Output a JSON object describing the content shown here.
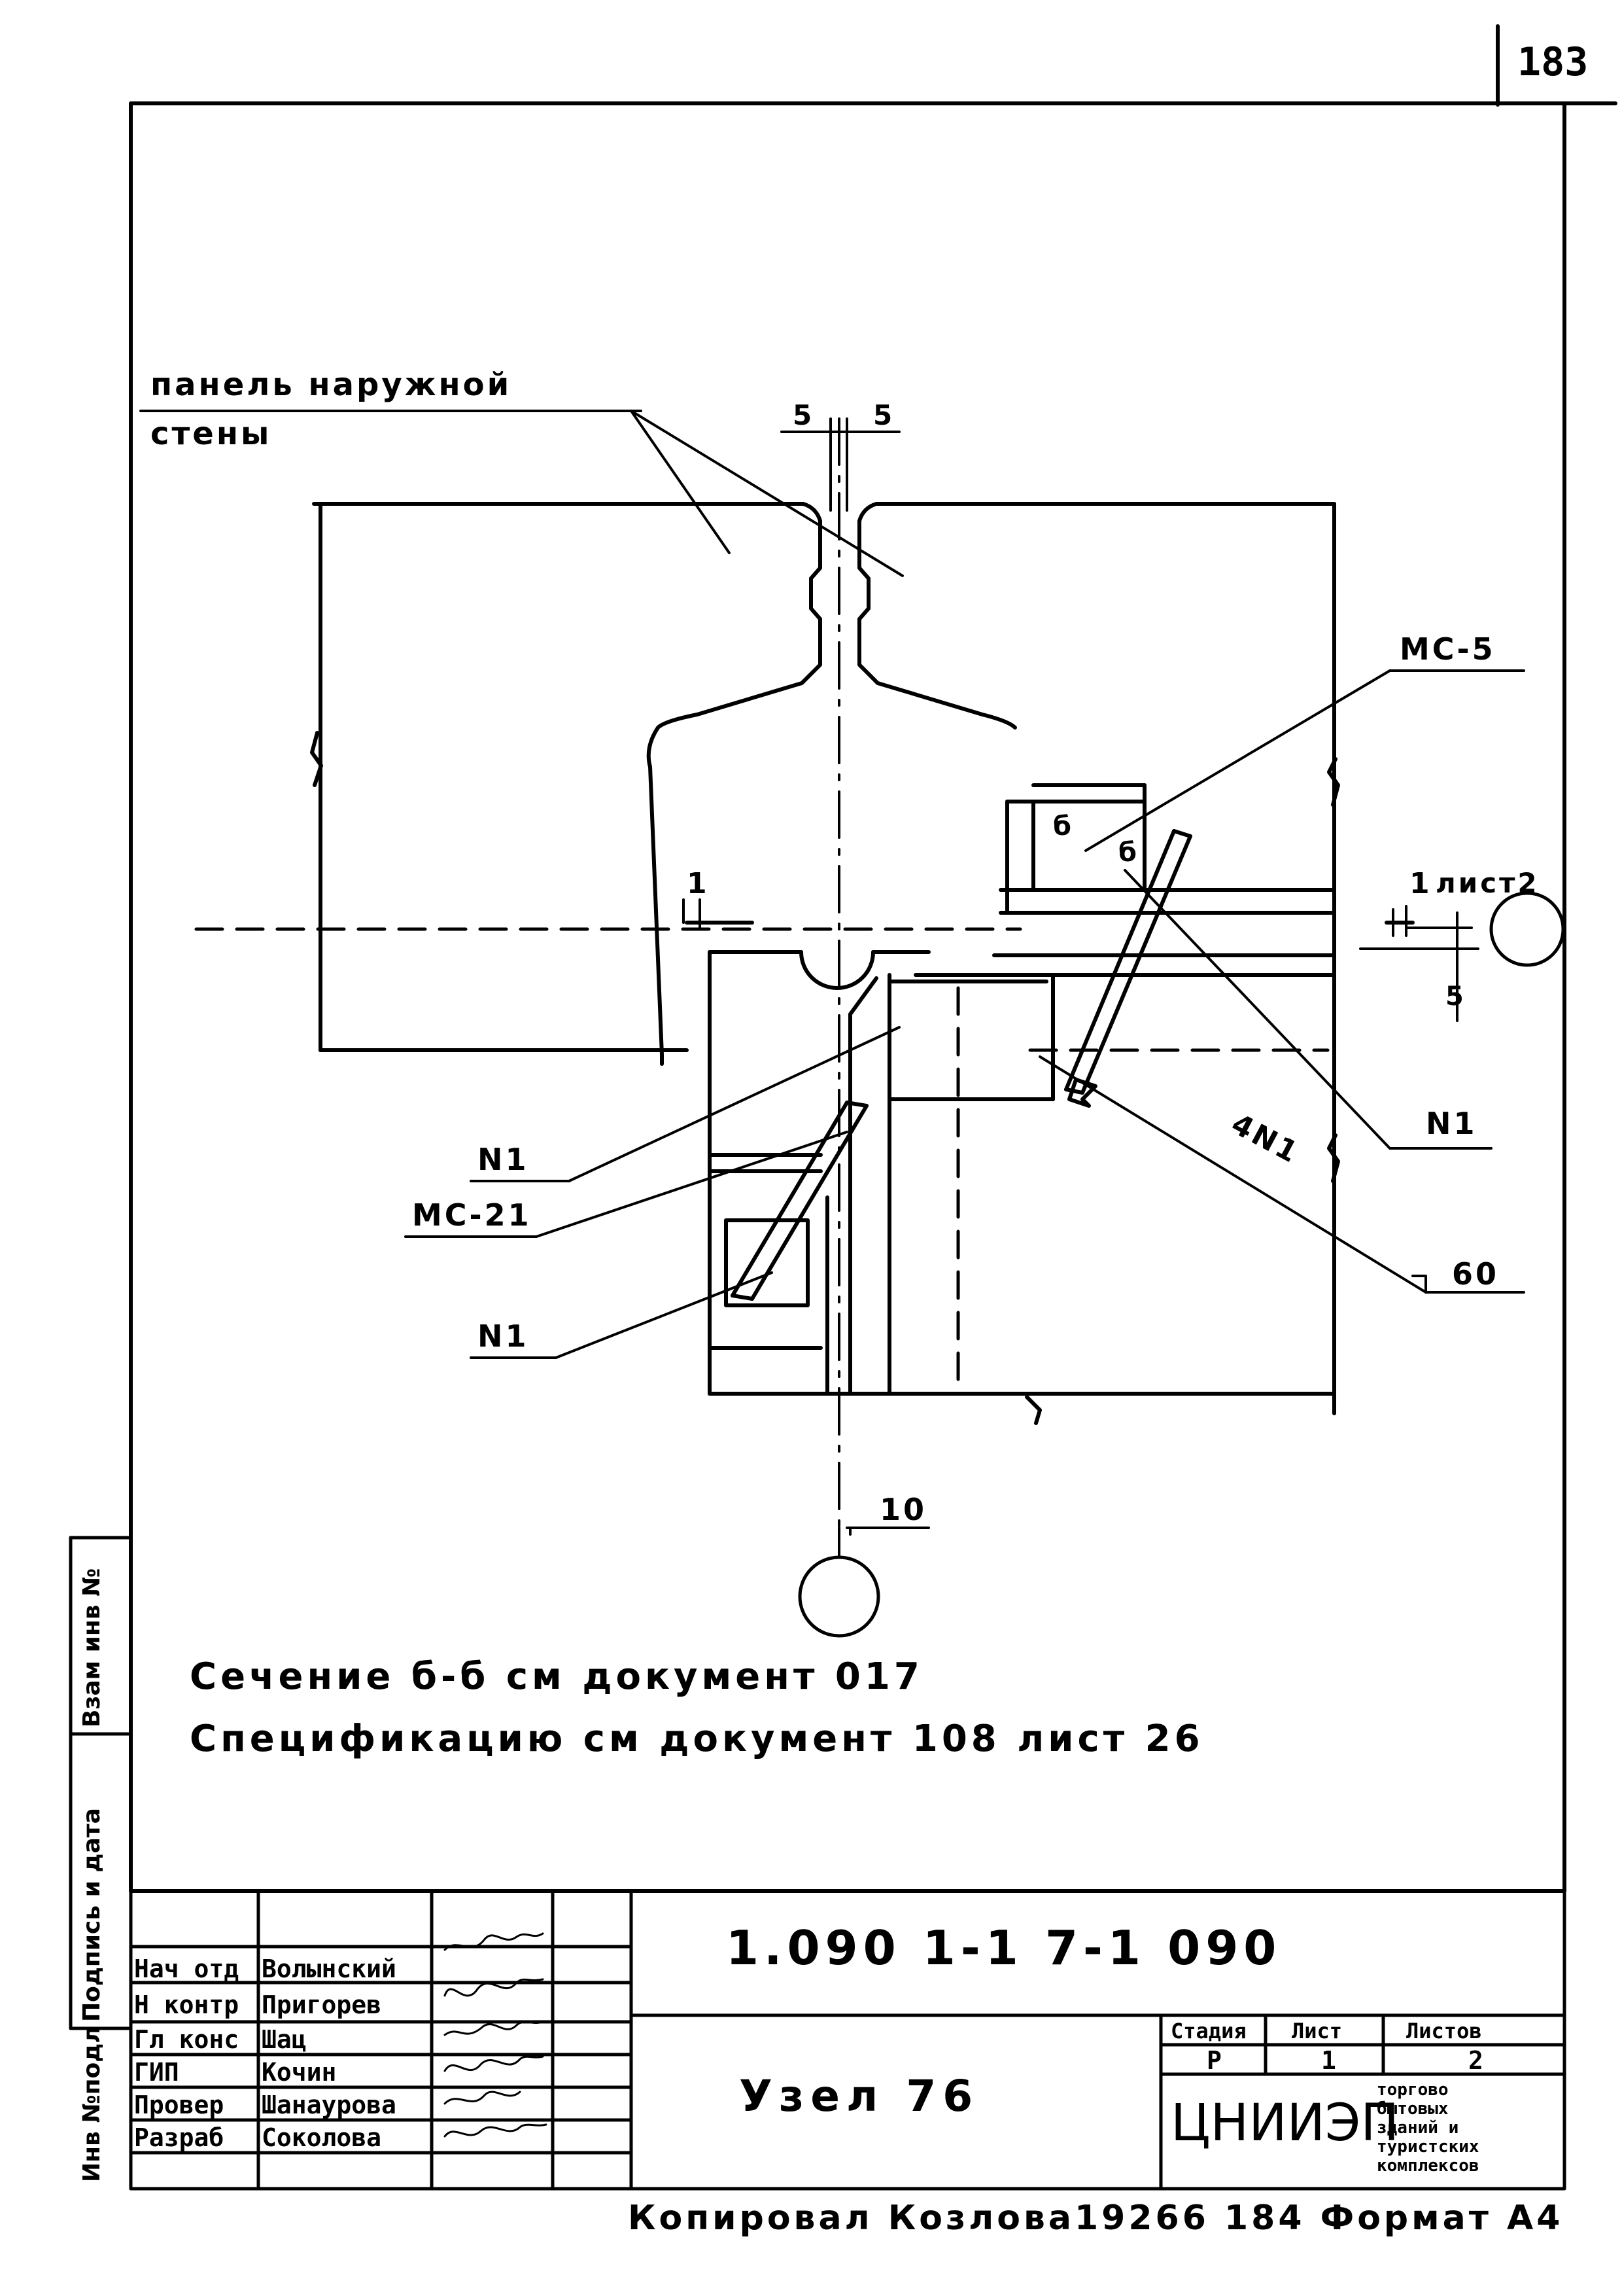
{
  "sheet": {
    "page_number": "183",
    "bottom_copy_text": "Копировал Козлова19266   184 Формат А4"
  },
  "drawing": {
    "panel_label_line1": "панель наружной",
    "panel_label_line2": "стены",
    "dim_5_left": "5",
    "dim_5_right": "5",
    "mc5_label": "МС-5",
    "list2_label": "лист2",
    "marker_1_left": "1",
    "marker_1_right": "1",
    "dim_5_vertical": "5",
    "n1_right": "N1",
    "n1_left_top": "N1",
    "mc21_label": "МС-21",
    "n1_left_bottom": "N1",
    "four_n1": "4N1",
    "dim_60": "60",
    "dim_10": "10",
    "delta_left": "б",
    "delta_right": "б"
  },
  "notes": {
    "line1": "Сечение б-б см документ 017",
    "line2": "Спецификацию см документ 108 лист 26"
  },
  "side_stamp": {
    "col1": "Инв №подл",
    "col2": "Подпись и дата",
    "col3": "Взам инв №"
  },
  "title_block": {
    "doc_code": "1.090 1-1 7-1 090",
    "title": "Узел 76",
    "org": "ЦНИИЭП",
    "org_desc": [
      "торгово",
      "бытовых",
      "зданий и",
      "туристских",
      "комплексов"
    ],
    "stage_header": "Стадия",
    "sheet_header": "Лист",
    "sheets_header": "Листов",
    "stage": "Р",
    "sheet": "1",
    "sheets": "2",
    "people": [
      {
        "role": "Нач отд",
        "name": "Волынский"
      },
      {
        "role": "Н контр",
        "name": "Пригорев"
      },
      {
        "role": "Гл конс",
        "name": "Шац"
      },
      {
        "role": "ГИП",
        "name": "Кочин"
      },
      {
        "role": "Провер",
        "name": "Шанаурова"
      },
      {
        "role": "Разраб",
        "name": "Соколова"
      }
    ]
  }
}
